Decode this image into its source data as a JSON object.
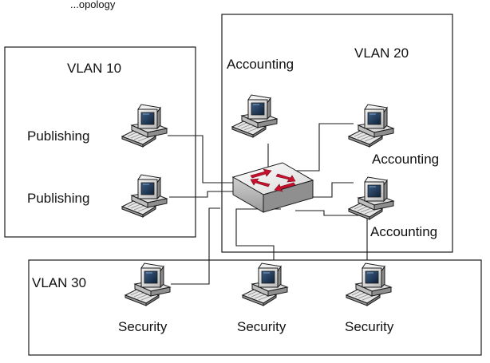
{
  "header_text": "...opology",
  "vlans": [
    {
      "id": "vlan10",
      "label": "VLAN 10"
    },
    {
      "id": "vlan20",
      "label": "VLAN 20"
    },
    {
      "id": "vlan30",
      "label": "VLAN 30"
    }
  ],
  "hosts": [
    {
      "id": "pub1",
      "label": "Publishing",
      "vlan": "VLAN 10"
    },
    {
      "id": "pub2",
      "label": "Publishing",
      "vlan": "VLAN 10"
    },
    {
      "id": "acc1",
      "label": "Accounting",
      "vlan": "VLAN 20"
    },
    {
      "id": "acc2",
      "label": "Accounting",
      "vlan": "VLAN 20"
    },
    {
      "id": "acc3",
      "label": "Accounting",
      "vlan": "VLAN 20"
    },
    {
      "id": "sec1",
      "label": "Security",
      "vlan": "VLAN 30"
    },
    {
      "id": "sec2",
      "label": "Security",
      "vlan": "VLAN 30"
    },
    {
      "id": "sec3",
      "label": "Security",
      "vlan": "VLAN 30"
    }
  ],
  "switch": {
    "icon": "network-switch-icon"
  },
  "colors": {
    "arrow": "#c8102e",
    "device": "#d4d4d4",
    "screen": "#1c3b5e"
  }
}
